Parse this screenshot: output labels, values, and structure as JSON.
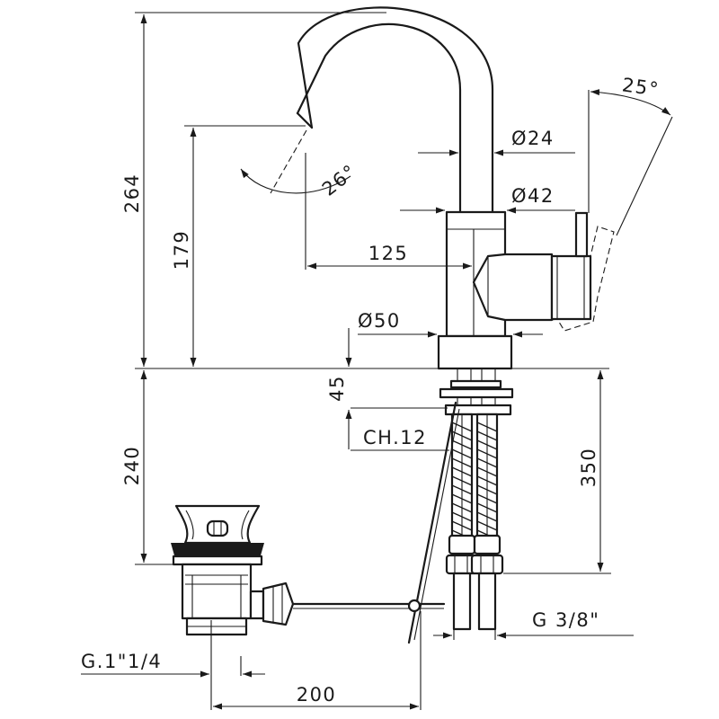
{
  "dimensions": {
    "total_height": "264",
    "spout_height": "179",
    "reach": "125",
    "tube_diameter": "Ø24",
    "body_diameter": "Ø42",
    "base_diameter": "Ø50",
    "thread_length": "45",
    "nut_size": "CH.12",
    "below_deck": "240",
    "hose_length": "350",
    "hose_connection": "G 3/8\"",
    "drain_thread": "G.1\"1/4",
    "drain_offset": "200"
  },
  "angles": {
    "spout_swivel": "26°",
    "lever_rotation": "25°"
  }
}
